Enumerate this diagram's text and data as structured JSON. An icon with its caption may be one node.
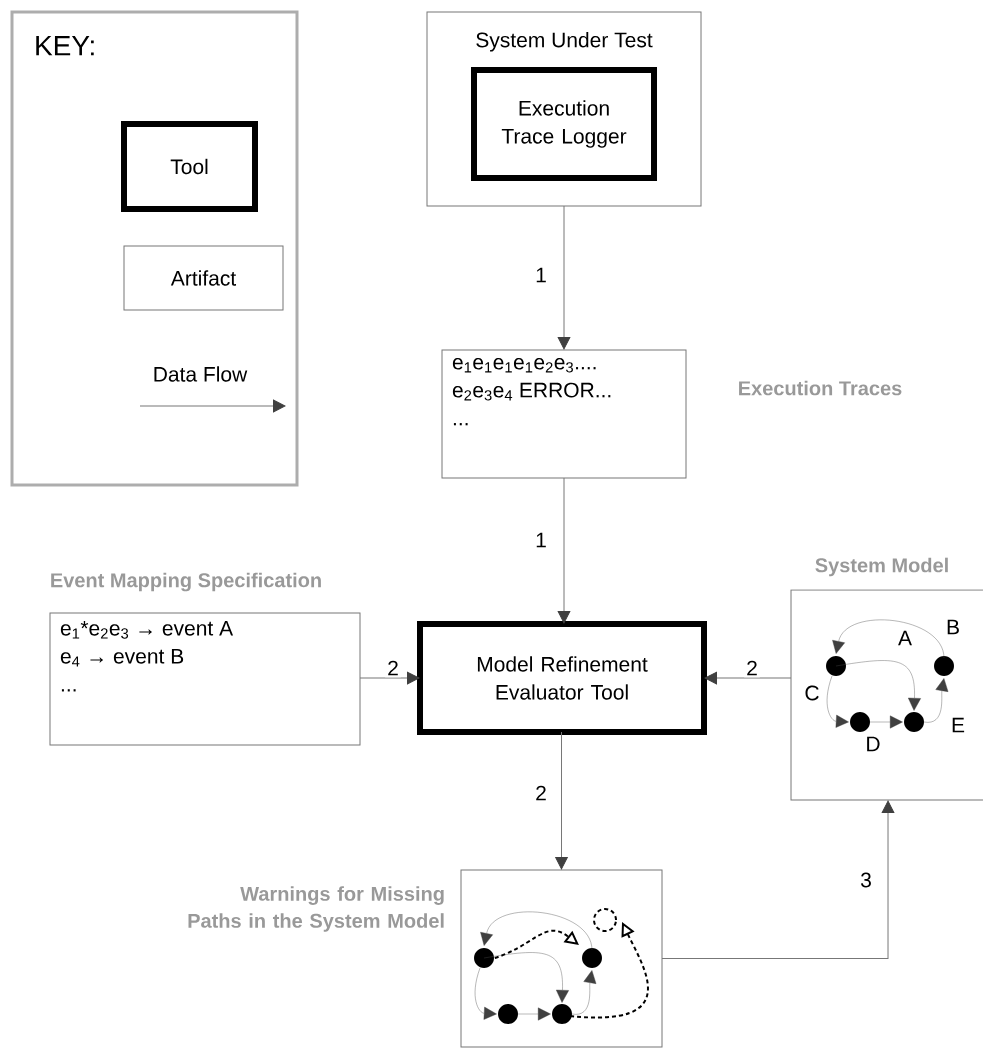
{
  "diagram": {
    "nodes": [
      {
        "text": [
          "KEY:"
        ]
      },
      {
        "text": [
          "Tool"
        ],
        "in": 0
      },
      {
        "text": [
          "Artifact"
        ],
        "in": 0
      },
      {
        "text": [
          "System Under Test"
        ]
      },
      {
        "text": [
          "Execution Trace Logger"
        ],
        "in": 3
      },
      {
        "text": [
          "e$_{1}$e$_{1}$e$_{1}$e$_{1}$e$_{2}$e$_{3}$....",
          "e$_{2}$e$_{3}$e$_{4}$ ERROR...",
          "..."
        ],
        "beside": [
          "Execution Traces"
        ]
      },
      {
        "text": [
          "e$_{1}$*e$_{2}$e$_{3}$ → event A",
          "e$_{4}$ → event B",
          "..."
        ],
        "beside": [
          "Event Mapping Specification"
        ]
      },
      {
        "text": [
          "Model Refinement Evaluator Tool"
        ]
      },
      {
        "text": [
          "A",
          "B",
          "C",
          "D",
          "E"
        ],
        "beside": [
          "System Model"
        ]
      },
      {
        "text": [],
        "shape": "picture",
        "beside": [
          "Warnings for Missing Paths in the System Model"
        ]
      }
    ],
    "edges": [
      {
        "from": 3,
        "to": 5,
        "arrow": "to",
        "label": "1"
      },
      {
        "from": 5,
        "to": 7,
        "arrow": "to",
        "label": "1"
      },
      {
        "from": 6,
        "to": 7,
        "arrow": "to",
        "label": "2"
      },
      {
        "from": 8,
        "to": 7,
        "arrow": "to",
        "label": "2"
      },
      {
        "from": 7,
        "to": 9,
        "arrow": "to",
        "label": "2"
      },
      {
        "from": 9,
        "to": 8,
        "arrow": "to",
        "label": "3"
      }
    ],
    "labels": [
      "Data Flow"
    ]
  }
}
